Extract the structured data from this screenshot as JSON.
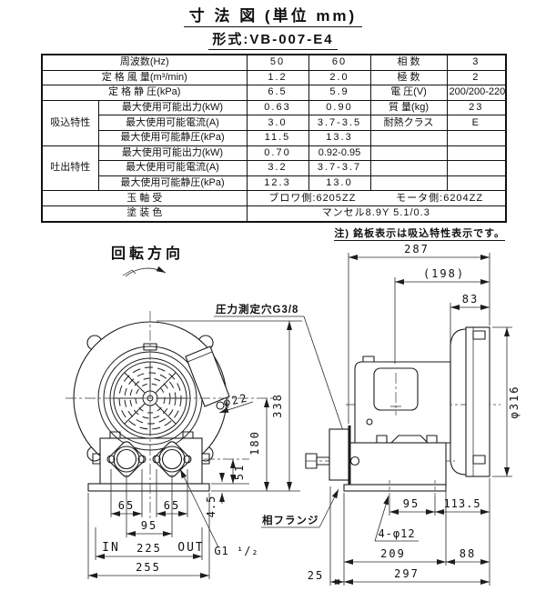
{
  "header": {
    "title": "寸 法 図 (単位 mm)",
    "model": "形式:VB-007-E4"
  },
  "spec_table": {
    "freq": {
      "label": "周波数(Hz)",
      "c50": "50",
      "c60": "60",
      "rl": "相 数",
      "rv": "3"
    },
    "flow": {
      "label": "定 格 風 量(m³/min)",
      "c50": "1.2",
      "c60": "2.0",
      "rl": "極 数",
      "rv": "2"
    },
    "pressure": {
      "label": "定 格 静 圧(kPa)",
      "c50": "6.5",
      "c60": "5.9",
      "rl": "電 圧(V)",
      "rv": "200/200-220"
    },
    "suction": {
      "group": "吸込特性",
      "power": {
        "label": "最大使用可能出力(kW)",
        "c50": "0.63",
        "c60": "0.90",
        "rl": "質 量(kg)",
        "rv": "23"
      },
      "current": {
        "label": "最大使用可能電流(A)",
        "c50": "3.0",
        "c60": "3.7-3.5",
        "rl": "耐熱クラス",
        "rv": "E"
      },
      "static": {
        "label": "最大使用可能静圧(kPa)",
        "c50": "11.5",
        "c60": "13.3"
      }
    },
    "discharge": {
      "group": "吐出特性",
      "power": {
        "label": "最大使用可能出力(kW)",
        "c50": "0.70",
        "c60": "0.92-0.95"
      },
      "current": {
        "label": "最大使用可能電流(A)",
        "c50": "3.2",
        "c60": "3.7-3.7"
      },
      "static": {
        "label": "最大使用可能静圧(kPa)",
        "c50": "12.3",
        "c60": "13.0"
      }
    },
    "bearing": {
      "label": "玉 軸 受",
      "blower": "ブロワ側:6205ZZ",
      "motor": "モータ側:6204ZZ"
    },
    "paint": {
      "label": "塗 装 色",
      "value": "マンセル8.9Y 5.1/0.3"
    }
  },
  "note": "注) 銘板表示は吸込特性表示です。",
  "front_view": {
    "rotation_label": "回転方向",
    "pressure_hole_label": "圧力測定穴G3/8",
    "gland_dia": "φ22",
    "port_in": "IN",
    "port_out": "OUT",
    "port_thread": "G1 ¹/₂",
    "dims": {
      "flange_bolt_pitch_left": "65",
      "flange_bolt_pitch_right": "65",
      "port_pitch": "95",
      "foot_slot_pitch": "225",
      "base_width": "255",
      "port_center_height": "51",
      "base_thickness": "4.5",
      "shaft_center_height": "180",
      "total_height": "338"
    }
  },
  "side_view": {
    "mating_flange_label": "相フランジ",
    "base_holes_label": "4-φ12",
    "dims": {
      "overall_depth": "287",
      "reference_depth": "(198)",
      "casing_width": "83",
      "casing_diameter": "φ316",
      "base_hole_pitch": "95",
      "hole_to_edge": "113.5",
      "base_length": "209",
      "casing_overhang": "88",
      "flange_standoff": "25",
      "total_depth": "297"
    }
  }
}
